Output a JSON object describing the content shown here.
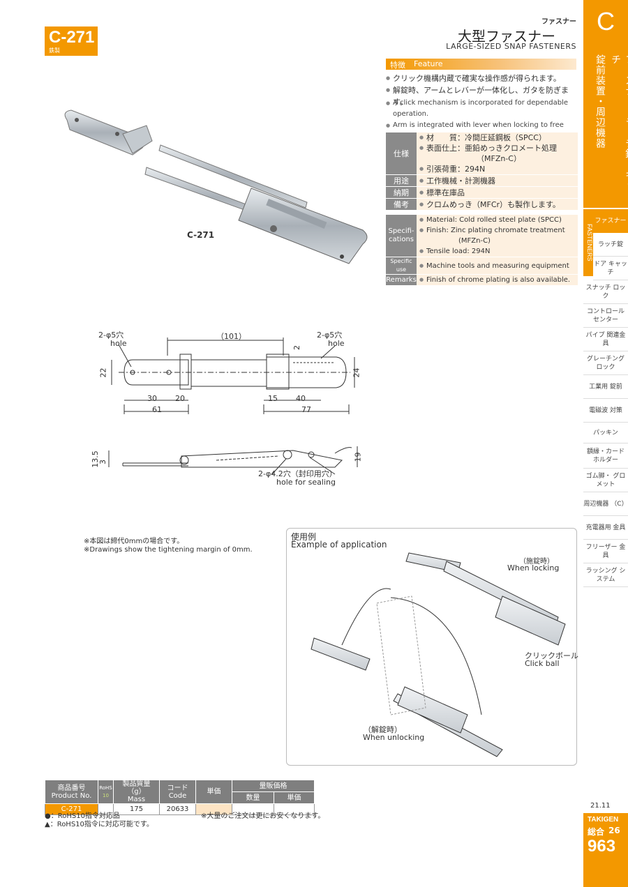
{
  "header": {
    "product_code": "C-271",
    "material": "鉄製",
    "category_small": "ファスナー",
    "title_jp": "大型ファスナー",
    "title_en": "LARGE-SIZED SNAP FASTENERS"
  },
  "feature": {
    "label_jp": "特徴",
    "label_en": "Feature",
    "jp": [
      "クリック機構内蔵で確実な操作感が得られます。",
      "解錠時、アームとレバーが一体化し、ガタを防ぎます。"
    ],
    "en": [
      "A click mechanism is incorporated for dependable operation.",
      "Arm is integrated with lever when locking to free from looseness."
    ]
  },
  "spec_jp": {
    "spec_label": "仕様",
    "spec_lines": [
      "材　　質：冷間圧延鋼板（SPCC）",
      "表面仕上：亜鉛めっきクロメート処理",
      "（MFZn-C）",
      "引張荷重：294N"
    ],
    "use_label": "用途",
    "use_value": "工作機械・計測機器",
    "delivery_label": "納期",
    "delivery_value": "標準在庫品",
    "remarks_label": "備考",
    "remarks_value": "クロムめっき（MFCr）も製作します。"
  },
  "spec_en": {
    "spec_label": "Specifi-cations",
    "spec_lines": [
      "Material: Cold rolled steel plate (SPCC)",
      "Finish: Zinc plating chromate treatment",
      "(MFZn-C)",
      "Tensile load: 294N"
    ],
    "use_label": "Specific use",
    "use_value": "Machine tools and measuring equipment",
    "remarks_label": "Remarks",
    "remarks_value": "Finish of chrome plating is also available."
  },
  "photo_label": "C-271",
  "dims": {
    "hole_left": "2-φ5穴",
    "hole_left_en": "hole",
    "hole_right": "2-φ5穴",
    "hole_right_en": "hole",
    "d101": "（101）",
    "d2": "2",
    "d22": "22",
    "d24": "24",
    "d30": "30",
    "d20": "20",
    "d15": "15",
    "d40": "40",
    "d61": "61",
    "d77": "77",
    "d135": "13.5",
    "d3": "3",
    "d19": "19",
    "seal_hole": "2-φ4.2穴（封印用穴）",
    "seal_hole_en": "hole for sealing"
  },
  "notes": [
    "※本図は締代0mmの場合です。",
    "※Drawings show the tightening margin of 0mm."
  ],
  "application": {
    "title_jp": "使用例",
    "title_en": "Example of application",
    "locking_jp": "（施錠時）",
    "locking_en": "When locking",
    "ball_jp": "クリックボール",
    "ball_en": "Click ball",
    "unlocking_jp": "（解錠時）",
    "unlocking_en": "When unlocking"
  },
  "table": {
    "headers": {
      "product_jp": "商品番号",
      "product_en": "Product No.",
      "rohs": "RoHS",
      "rohs_sub": "10",
      "mass_jp": "製品質量（g）",
      "mass_en": "Mass",
      "code_jp": "コード",
      "code_en": "Code",
      "price": "単価",
      "volume": "量販価格",
      "qty": "数量",
      "unit": "単価"
    },
    "rows": [
      {
        "product": "C-271",
        "rohs": "",
        "mass": "175",
        "code": "20633",
        "price": "",
        "qty": "",
        "unit": ""
      }
    ]
  },
  "footnotes": {
    "rohs_ok": "●：RoHS10指令対応品",
    "rohs_possible": "▲：RoHS10指令に対応可能です。",
    "bulk": "※大量のご注文は更にお安くなります。"
  },
  "sidebar": {
    "tab_letter": "C",
    "vertical_title": "錠前装置・周辺機器",
    "vertical_title2": "ファスナー・ラッチ錠・キャッチ",
    "section_en": "FASTENERS",
    "active": "ファスナー",
    "items": [
      "ラッチ錠",
      "ドア キャッチ",
      "スナッチ ロック",
      "コントロール センター",
      "パイプ 関連金具",
      "グレーチング ロック",
      "工業用 錠前",
      "電磁波 対策",
      "パッキン",
      "額縁・カード ホルダー",
      "ゴム脚・ グロメット",
      "周辺機器 （C）",
      "充電器用 金具",
      "フリーザー 金具",
      "ラッシング システム"
    ]
  },
  "footer": {
    "date": "21.11",
    "brand": "TAKIGEN",
    "sogo_label": "総合",
    "sogo_no": "26",
    "page": "963"
  },
  "colors": {
    "accent": "#f39800",
    "label_gray": "#8a8a8a",
    "value_bg": "#fdf0e0"
  }
}
